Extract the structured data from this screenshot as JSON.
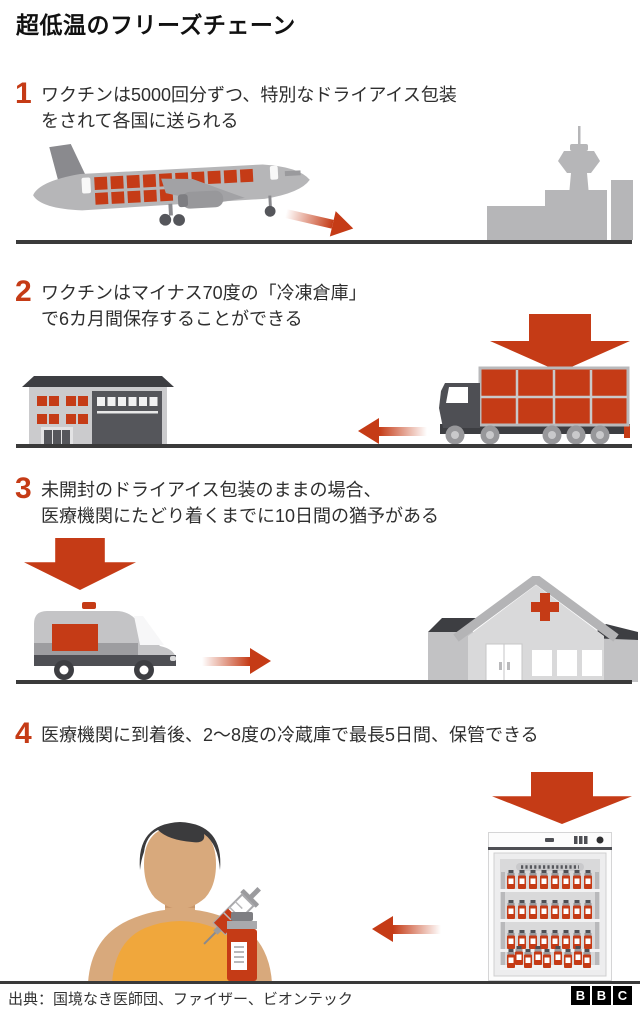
{
  "title": "超低温のフリーズチェーン",
  "steps": [
    {
      "number": "1",
      "lines": [
        "ワクチンは5000回分ずつ、特別なドライアイス包装",
        "をされて各国に送られる"
      ]
    },
    {
      "number": "2",
      "lines": [
        "ワクチンはマイナス70度の「冷凍倉庫」",
        "で6カ月間保存することができる"
      ]
    },
    {
      "number": "3",
      "lines": [
        "未開封のドライアイス包装のままの場合、",
        "医療機関にたどり着くまでに10日間の猶予がある"
      ]
    },
    {
      "number": "4",
      "lines": [
        "医療機関に到着後、2～8度の冷蔵庫で最長5日間、保管できる"
      ]
    }
  ],
  "footer": {
    "source": "出典：国境なき医師団、ファイザー、ビオンテック",
    "logo": [
      "B",
      "B",
      "C"
    ]
  },
  "icons": [
    "airplane-icon",
    "airport-tower-icon",
    "arrow-right-icon",
    "arrow-down-icon",
    "arrow-left-icon",
    "warehouse-icon",
    "truck-icon",
    "ambulance-icon",
    "hospital-icon",
    "red-cross-icon",
    "patient-icon",
    "syringe-icon",
    "vaccine-vial-icon",
    "refrigerator-icon",
    "bbc-logo"
  ],
  "colors": {
    "accent_red": "#c53b16",
    "illustration_gray": "#b6b6b8",
    "light_gray": "#cbcbcd",
    "dark_gray": "#4e4f54",
    "roof_dark": "#3d3e42",
    "ground_line": "#3a3a3a",
    "skin": "#d8a97c",
    "hair": "#3b3b3d",
    "shirt_yellow": "#f0a73c",
    "text": "#2e2e2e"
  }
}
